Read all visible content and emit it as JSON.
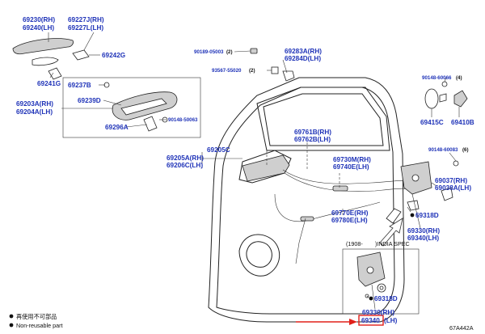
{
  "labels": {
    "p69230": "69230(RH)",
    "p69240": "69240(LH)",
    "p69227J": "69227J(RH)",
    "p69227L": "69227L(LH)",
    "p69242G": "69242G",
    "p69241G": "69241G",
    "p69237B": "69237B",
    "p69239D": "69239D",
    "p69203A": "69203A(RH)",
    "p69204A": "69204A(LH)",
    "p90148_50063": "90148-50063",
    "p69296A": "69296A",
    "p90189_05003": "90189-05003",
    "p90189_qty": "(2)",
    "p93567_55020": "93567-55020",
    "p93567_qty": "(2)",
    "p69283A": "69283A(RH)",
    "p69284D": "69284D(LH)",
    "p90148_60066": "90148-60066",
    "p90148_60066_qty": "(4)",
    "p69415C": "69415C",
    "p69410B": "69410B",
    "p69761B": "69761B(RH)",
    "p69762B": "69762B(LH)",
    "p69205C": "69205C",
    "p69205A": "69205A(RH)",
    "p69206C": "69206C(LH)",
    "p69730M": "69730M(RH)",
    "p69740E": "69740E(LH)",
    "p90148_60083": "90148-60083",
    "p90148_60083_qty": "(6)",
    "p69037": "69037(RH)",
    "p69038A": "69038A(LH)",
    "p69318D_a": "69318D",
    "p69770E": "69770E(RH)",
    "p69780E": "69780E(LH)",
    "p69330_a": "69330(RH)",
    "p69340_a": "69340(LH)",
    "spec_date": "(1908-",
    "spec_region": ")INDIA SPEC",
    "p69318D_b": "69318D",
    "p69330_b": "69330(RH)",
    "p69340_b": "69340",
    "p69340_b_side": "(LH)"
  },
  "legend": {
    "item1": "再使用不可部品",
    "item2": "Non-reusable part"
  },
  "figure_code": "67A442A",
  "colors": {
    "label": "#1f33b8",
    "highlight": "#e0201a"
  }
}
